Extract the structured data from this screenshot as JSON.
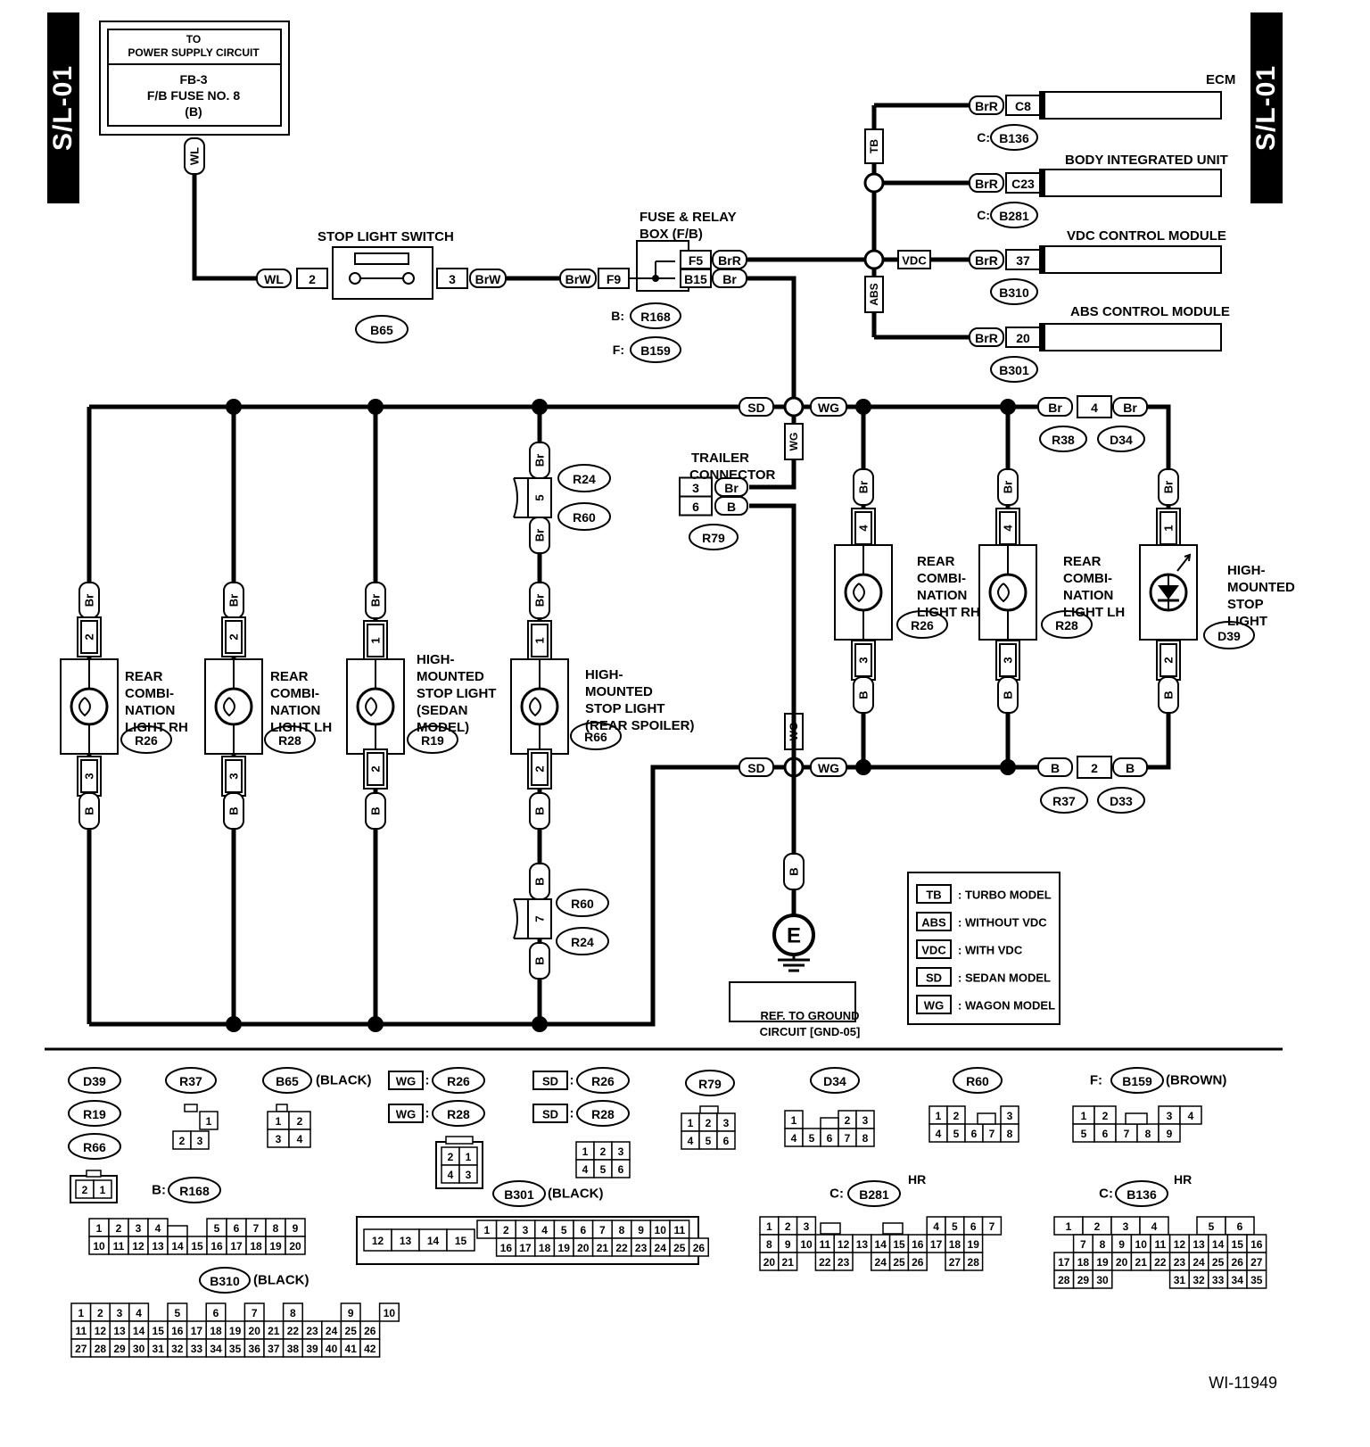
{
  "side_tabs": {
    "left": "S/L-01",
    "right": "S/L-01"
  },
  "power_box": {
    "to": "TO",
    "circuit": "POWER SUPPLY CIRCUIT",
    "fuse_line1": "FB-3",
    "fuse_line2": "F/B FUSE NO. 8",
    "fuse_line3": "(B)"
  },
  "stop_light_switch": {
    "label": "STOP LIGHT SWITCH",
    "ref": "B65",
    "pin_in": "2",
    "pin_out": "3"
  },
  "fuse_relay_box": {
    "label_line1": "FUSE & RELAY",
    "label_line2": "BOX (F/B)",
    "pins": [
      "F9",
      "F5",
      "B15"
    ],
    "refs": [
      {
        "prefix": "B:",
        "ref": "R168"
      },
      {
        "prefix": "F:",
        "ref": "B159"
      }
    ]
  },
  "wire_colors": {
    "WL": "WL",
    "BrW": "BrW",
    "BrR": "BrR",
    "Br": "Br",
    "B": "B"
  },
  "modules": [
    {
      "name": "ECM",
      "pin": "C8",
      "ref": "B136",
      "prefix": "C:"
    },
    {
      "name": "BODY INTEGRATED UNIT",
      "pin": "C23",
      "ref": "B281",
      "prefix": "C:"
    },
    {
      "name": "VDC CONTROL MODULE",
      "pin": "37",
      "ref": "B310",
      "prefix": ""
    },
    {
      "name": "ABS CONTROL MODULE",
      "pin": "20",
      "ref": "B301",
      "prefix": ""
    }
  ],
  "option_codes": {
    "TB": "TB",
    "ABS": "ABS",
    "VDC": "VDC",
    "SD": "SD",
    "WG": "WG"
  },
  "trailer_connector": {
    "label_line1": "TRAILER",
    "label_line2": "CONNECTOR",
    "ref": "R79",
    "pins": [
      "3",
      "6"
    ]
  },
  "sedan_lamps": [
    {
      "l1": "REAR",
      "l2": "COMBI-",
      "l3": "NATION",
      "l4": "LIGHT RH",
      "ref": "R26",
      "top_pin": "2",
      "bot_pin": "3"
    },
    {
      "l1": "REAR",
      "l2": "COMBI-",
      "l3": "NATION",
      "l4": "LIGHT LH",
      "ref": "R28",
      "top_pin": "2",
      "bot_pin": "3"
    },
    {
      "l1": "HIGH-",
      "l2": "MOUNTED",
      "l3": "STOP LIGHT",
      "l4": "(SEDAN",
      "l5": "MODEL)",
      "ref": "R19",
      "top_pin": "1",
      "bot_pin": "2"
    },
    {
      "l1": "HIGH-",
      "l2": "MOUNTED",
      "l3": "STOP LIGHT",
      "l4": "(REAR SPOILER)",
      "ref": "R66",
      "top_pin": "1",
      "bot_pin": "2"
    }
  ],
  "spoiler_connectors": {
    "top_pin": "5",
    "bot_pin": "7",
    "refs": [
      "R24",
      "R60",
      "R60",
      "R24"
    ]
  },
  "wagon_lamps": [
    {
      "l1": "REAR",
      "l2": "COMBI-",
      "l3": "NATION",
      "l4": "LIGHT RH",
      "ref": "R26",
      "top_pin": "4",
      "bot_pin": "3"
    },
    {
      "l1": "REAR",
      "l2": "COMBI-",
      "l3": "NATION",
      "l4": "LIGHT LH",
      "ref": "R28",
      "top_pin": "4",
      "bot_pin": "3"
    },
    {
      "l1": "HIGH-",
      "l2": "MOUNTED",
      "l3": "STOP",
      "l4": "LIGHT",
      "ref": "D39",
      "top_pin": "1",
      "bot_pin": "2"
    }
  ],
  "inline_connectors": {
    "top": {
      "pin": "4",
      "refs": [
        "R38",
        "D34"
      ]
    },
    "bottom": {
      "pin": "2",
      "refs": [
        "R37",
        "D33"
      ]
    }
  },
  "ground": {
    "symbol": "E",
    "ref_line1": "REF. TO GROUND",
    "ref_line2": "CIRCUIT [GND-05]"
  },
  "legend": [
    {
      "code": "TB",
      "text": ": TURBO MODEL"
    },
    {
      "code": "ABS",
      "text": ": WITHOUT VDC"
    },
    {
      "code": "VDC",
      "text": ": WITH VDC"
    },
    {
      "code": "SD",
      "text": ": SEDAN MODEL"
    },
    {
      "code": "WG",
      "text": ": WAGON MODEL"
    }
  ],
  "connector_faces": {
    "d39_group": [
      "D39",
      "R19",
      "R66"
    ],
    "r37": "R37",
    "b65": "B65",
    "black": "(BLACK)",
    "brown": "(BROWN)",
    "wg_refs": [
      "R26",
      "R28"
    ],
    "sd_refs": [
      "R26",
      "R28"
    ],
    "r79": "R79",
    "d34": "D34",
    "r60": "R60",
    "b159": "B159",
    "f_prefix": "F:",
    "r168": "R168",
    "b_prefix": "B:",
    "b301": "B301",
    "b281": "B281",
    "b136": "B136",
    "c_prefix": "C:",
    "hr": "HR",
    "b310": "B310"
  },
  "figure_id": "WI-11949"
}
